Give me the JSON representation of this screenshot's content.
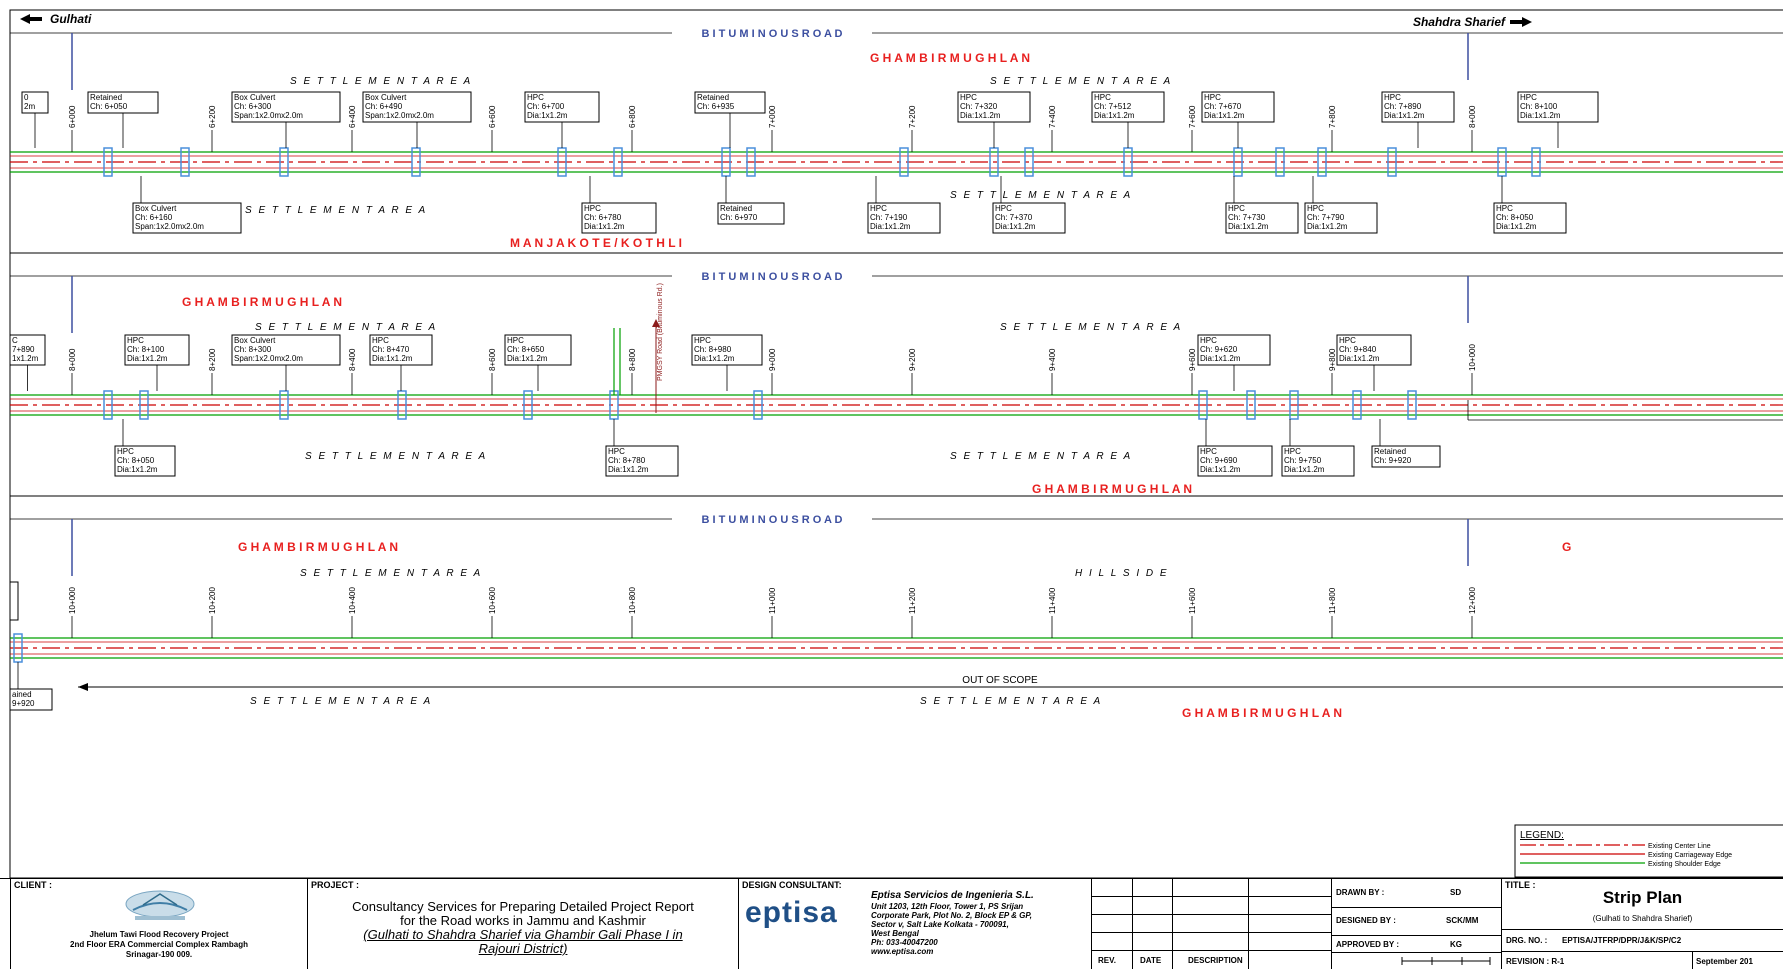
{
  "header": {
    "left_dest": "Gulhati",
    "right_dest": "Shahdra Sharief"
  },
  "colors": {
    "road_center": "#cc0000",
    "carriageway": "#cc0000",
    "shoulder": "#00a000",
    "culvert": "#4a8fdc",
    "place": "#e8201f",
    "road_label": "#3c4fa0"
  },
  "strips": [
    {
      "road_label": "BITUMINOUS ROAD",
      "places": [
        {
          "text": "GHAMBIR MUGHLAN"
        },
        {
          "text": "MANJAKOTE/KOTHLI"
        }
      ],
      "areas": [
        "SETTLEMENT AREA",
        "SETTLEMENT AREA",
        "SETTLEMENT AREA",
        "SETTLEMENT AREA"
      ],
      "chainages": [
        "6+000",
        "6+200",
        "6+400",
        "6+600",
        "6+800",
        "7+000",
        "7+200",
        "7+400",
        "7+600",
        "7+800",
        "8+000"
      ],
      "labels_top": [
        [
          "0",
          "2m"
        ],
        [
          "Retained",
          "Ch: 6+050"
        ],
        [
          "Box Culvert",
          "Ch: 6+300",
          "Span:1x2.0mx2.0m"
        ],
        [
          "Box Culvert",
          "Ch: 6+490",
          "Span:1x2.0mx2.0m"
        ],
        [
          "HPC",
          "Ch: 6+700",
          "Dia:1x1.2m"
        ],
        [
          "Retained",
          "Ch: 6+935"
        ],
        [
          "HPC",
          "Ch: 7+320",
          "Dia:1x1.2m"
        ],
        [
          "HPC",
          "Ch: 7+512",
          "Dia:1x1.2m"
        ],
        [
          "HPC",
          "Ch: 7+670",
          "Dia:1x1.2m"
        ],
        [
          "HPC",
          "Ch: 7+890",
          "Dia:1x1.2m"
        ],
        [
          "HPC",
          "Ch: 8+100",
          "Dia:1x1.2m"
        ]
      ],
      "labels_bottom": [
        [
          "Box Culvert",
          "Ch: 6+160",
          "Span:1x2.0mx2.0m"
        ],
        [
          "HPC",
          "Ch: 6+780",
          "Dia:1x1.2m"
        ],
        [
          "Retained",
          "Ch: 6+970"
        ],
        [
          "HPC",
          "Ch: 7+190",
          "Dia:1x1.2m"
        ],
        [
          "HPC",
          "Ch: 7+370",
          "Dia:1x1.2m"
        ],
        [
          "HPC",
          "Ch: 7+730",
          "Dia:1x1.2m"
        ],
        [
          "HPC",
          "Ch: 7+790",
          "Dia:1x1.2m"
        ],
        [
          "HPC",
          "Ch: 8+050",
          "Dia:1x1.2m"
        ]
      ]
    },
    {
      "road_label": "BITUMINOUS ROAD",
      "places": [
        {
          "text": "GHAMBIR MUGHLAN"
        },
        {
          "text": "GHAMBIR MUGHLAN"
        }
      ],
      "areas": [
        "SETTLEMENT AREA",
        "SETTLEMENT AREA",
        "SETTLEMENT AREA",
        "SETTLEMENT AREA"
      ],
      "chainages": [
        "8+000",
        "8+200",
        "8+400",
        "8+600",
        "8+800",
        "9+000",
        "9+200",
        "9+400",
        "9+600",
        "9+800",
        "10+000"
      ],
      "side_road": "PMGSY Road (Bituminous Rd.)",
      "labels_top": [
        [
          "C",
          "7+890",
          "1x1.2m"
        ],
        [
          "HPC",
          "Ch: 8+100",
          "Dia:1x1.2m"
        ],
        [
          "Box Culvert",
          "Ch: 8+300",
          "Span:1x2.0mx2.0m"
        ],
        [
          "HPC",
          "Ch: 8+470",
          "Dia:1x1.2m"
        ],
        [
          "HPC",
          "Ch: 8+650",
          "Dia:1x1.2m"
        ],
        [
          "HPC",
          "Ch: 8+980",
          "Dia:1x1.2m"
        ],
        [
          "HPC",
          "Ch: 9+620",
          "Dia:1x1.2m"
        ],
        [
          "HPC",
          "Ch: 9+840",
          "Dia:1x1.2m"
        ]
      ],
      "labels_bottom": [
        [
          "HPC",
          "Ch: 8+050",
          "Dia:1x1.2m"
        ],
        [
          "HPC",
          "Ch: 8+780",
          "Dia:1x1.2m"
        ],
        [
          "HPC",
          "Ch: 9+690",
          "Dia:1x1.2m"
        ],
        [
          "HPC",
          "Ch: 9+750",
          "Dia:1x1.2m"
        ],
        [
          "Retained",
          "Ch: 9+920"
        ]
      ]
    },
    {
      "road_label": "BITUMINOUS ROAD",
      "places": [
        {
          "text": "GHAMBIR MUGHLAN"
        },
        {
          "text": "GHAMBIR MUGHLAN"
        },
        {
          "text": "G"
        }
      ],
      "areas": [
        "SETTLEMENT AREA",
        "HILL SIDE",
        "SETTLEMENT AREA",
        "SETTLEMENT AREA"
      ],
      "chainages": [
        "10+000",
        "10+200",
        "10+400",
        "10+600",
        "10+800",
        "11+000",
        "11+200",
        "11+400",
        "11+600",
        "11+800",
        "12+000"
      ],
      "labels_bottom": [
        [
          "ained",
          "9+920"
        ]
      ],
      "out_of_scope": "OUT OF SCOPE"
    }
  ],
  "legend": {
    "title": "LEGEND:",
    "items": [
      "Existing Center Line",
      "Existing Carriageway Edge",
      "Existing Shoulder Edge"
    ]
  },
  "title_block": {
    "client_label": "CLIENT :",
    "client_lines": [
      "Jhelum Tawi Flood Recovery Project",
      "2nd Floor ERA Commercial Complex Rambagh",
      "Srinagar-190 009."
    ],
    "project_label": "PROJECT :",
    "project_lines": [
      "Consultancy Services for Preparing Detailed Project Report",
      "for the Road works in Jammu and Kashmir"
    ],
    "project_italic": [
      "(Gulhati to Shahdra Sharief via Ghambir Gali Phase I in",
      "Rajouri District)"
    ],
    "design_label": "DESIGN CONSULTANT:",
    "logo_text": "eptisa",
    "consultant_name": "Eptisa Servicios de Ingenieria S.L.",
    "consultant_lines": [
      "Unit 1203, 12th Floor, Tower 1, PS Srijan",
      "Corporate Park, Plot No. 2, Block EP & GP,",
      "Sector v, Salt Lake Kolkata - 700091,",
      "West Bengal",
      "Ph: 033-40047200",
      "www.eptisa.com"
    ],
    "rev_headers": [
      "REV.",
      "DATE",
      "DESCRIPTION"
    ],
    "drawn_by_label": "DRAWN BY :",
    "drawn_by": "SD",
    "designed_by_label": "DESIGNED BY :",
    "designed_by": "SCK/MM",
    "approved_by_label": "APPROVED BY :",
    "approved_by": "KG",
    "title_label": "TITLE :",
    "title": "Strip Plan",
    "subtitle": "(Gulhati to Shahdra Sharief)",
    "drg_label": "DRG. NO. :",
    "drg_no": "EPTISA/JTFRP/DPR/J&K/SP/C2",
    "revision": "REVISION : R-1",
    "date": "September 201"
  }
}
